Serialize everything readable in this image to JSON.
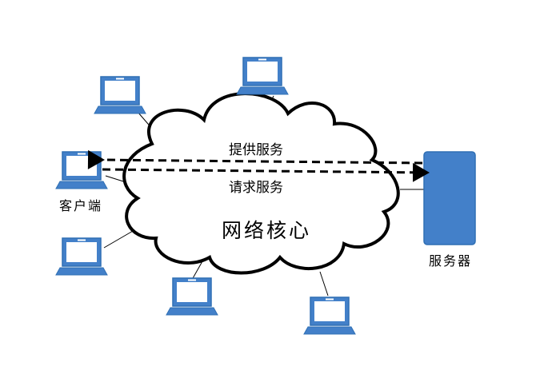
{
  "diagram": {
    "cloud_label": "网络核心",
    "provide_label": "提供服务",
    "request_label": "请求服务",
    "client_label": "客户端",
    "server_label": "服务器",
    "device_color": "#4380c9",
    "device_edge": "#2f6fb4"
  }
}
